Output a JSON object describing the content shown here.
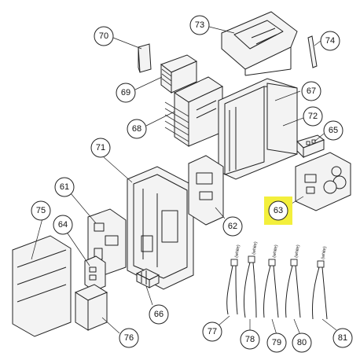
{
  "diagram": {
    "highlight_color": "#f3ef3c",
    "highlighted_part": "63",
    "callouts": [
      "61",
      "62",
      "63",
      "64",
      "65",
      "66",
      "67",
      "68",
      "69",
      "70",
      "71",
      "72",
      "73",
      "74",
      "75",
      "76",
      "77",
      "78",
      "79",
      "80",
      "81"
    ],
    "wire_labels": [
      "(white)",
      "(white)",
      "(white)",
      "(white)",
      "(white)"
    ]
  }
}
